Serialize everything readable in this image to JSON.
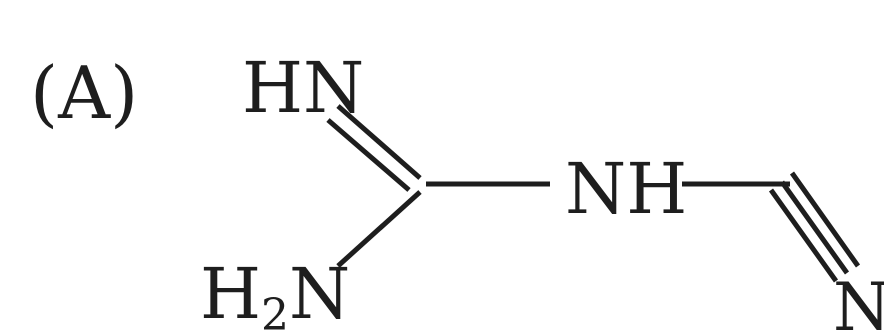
{
  "panel_label": "(A)",
  "atoms": {
    "imine_nitrogen": "HN",
    "amine_h": "H",
    "amine_sub": "2",
    "amine_n": "N",
    "bridge_nitrogen": "NH",
    "nitrile_nitrogen": "N"
  },
  "colors": {
    "ink": "#1e1e1e",
    "background": "#ffffff"
  }
}
